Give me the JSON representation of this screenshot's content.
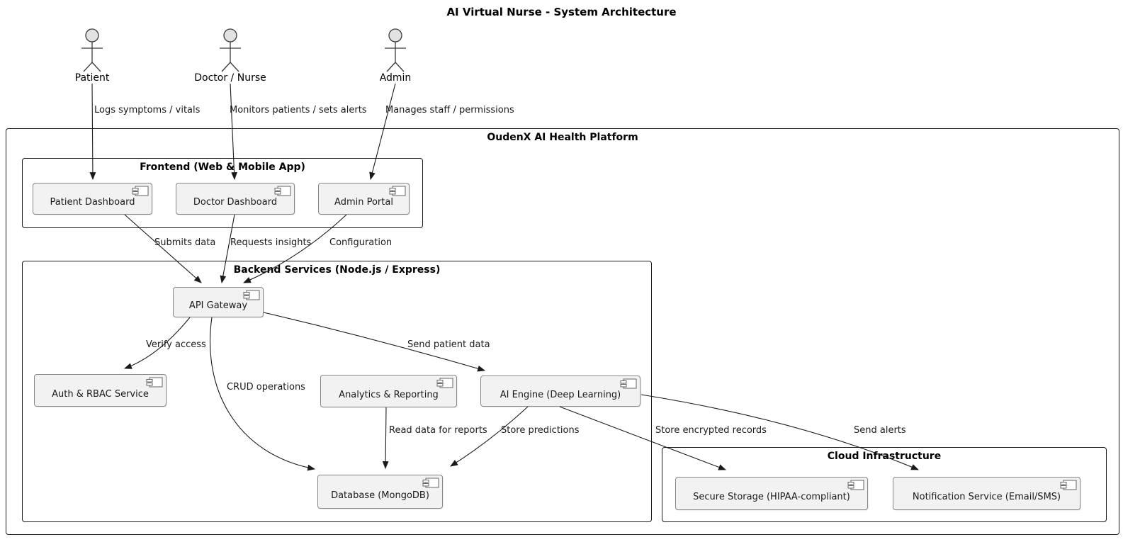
{
  "title": "AI Virtual Nurse - System Architecture",
  "actors": [
    {
      "name": "Patient"
    },
    {
      "name": "Doctor / Nurse"
    },
    {
      "name": "Admin"
    }
  ],
  "platform": {
    "title": "OudenX AI Health Platform"
  },
  "frontend": {
    "title": "Frontend (Web & Mobile App)"
  },
  "backend": {
    "title": "Backend Services (Node.js / Express)"
  },
  "cloud": {
    "title": "Cloud Infrastructure"
  },
  "components": {
    "patient_dashboard": "Patient Dashboard",
    "doctor_dashboard": "Doctor Dashboard",
    "admin_portal": "Admin Portal",
    "api_gateway": "API Gateway",
    "auth": "Auth & RBAC Service",
    "analytics": "Analytics & Reporting",
    "ai_engine": "AI Engine (Deep Learning)",
    "database": "Database (MongoDB)",
    "secure_storage": "Secure Storage (HIPAA-compliant)",
    "notification": "Notification Service (Email/SMS)"
  },
  "edges": {
    "logs": "Logs symptoms / vitals",
    "monitors": "Monitors patients / sets alerts",
    "manages": "Manages staff / permissions",
    "submits": "Submits data",
    "requests": "Requests insights",
    "configuration": "Configuration",
    "verify": "Verify access",
    "crud": "CRUD operations",
    "send_patient": "Send patient data",
    "read_reports": "Read data for reports",
    "store_predictions": "Store predictions",
    "store_encrypted": "Store encrypted records",
    "send_alerts": "Send alerts"
  },
  "colors": {
    "line": "#1a1a1a",
    "component_fill": "#f2f2f2",
    "component_border": "#878787",
    "actor_head_fill": "#e2e2e2"
  }
}
